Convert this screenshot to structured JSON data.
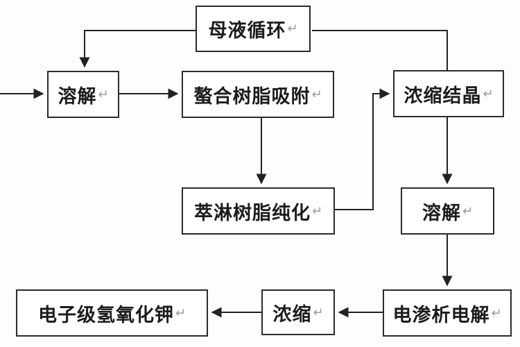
{
  "diagram": {
    "type": "process-flowchart",
    "language": "zh-CN",
    "paragraph_mark": "↵",
    "colors": {
      "background": "#fdfdfd",
      "box_fill": "#ffffff",
      "box_border": "#2b2b2b",
      "line": "#222222",
      "text": "#1c1c1c",
      "mark": "#9a9a9a"
    },
    "nodes": {
      "mother_liquor_cycle": {
        "label": "母液循环"
      },
      "dissolve_1": {
        "label": "溶解"
      },
      "chelating_resin_adsorption": {
        "label": "螯合树脂吸附"
      },
      "concentration_crystallization": {
        "label": "浓缩结晶"
      },
      "extraction_resin_purification": {
        "label": "萃淋树脂纯化"
      },
      "dissolve_2": {
        "label": "溶解"
      },
      "electrodialysis_electrolysis": {
        "label": "电渗析电解"
      },
      "concentration": {
        "label": "浓缩"
      },
      "electronic_grade_koh": {
        "label": "电子级氢氧化钾"
      }
    },
    "edges": [
      {
        "from": "input-left-edge",
        "to": "dissolve_1",
        "arrow": true
      },
      {
        "from": "dissolve_1",
        "to": "chelating_resin_adsorption",
        "arrow": true
      },
      {
        "from": "chelating_resin_adsorption",
        "to": "extraction_resin_purification",
        "arrow": true
      },
      {
        "from": "extraction_resin_purification",
        "to": "concentration_crystallization",
        "arrow": true
      },
      {
        "from": "concentration_crystallization",
        "to": "mother_liquor_cycle",
        "arrow": false
      },
      {
        "from": "mother_liquor_cycle",
        "to": "dissolve_1",
        "arrow": true
      },
      {
        "from": "concentration_crystallization",
        "to": "dissolve_2",
        "arrow": true
      },
      {
        "from": "dissolve_2",
        "to": "electrodialysis_electrolysis",
        "arrow": true
      },
      {
        "from": "electrodialysis_electrolysis",
        "to": "concentration",
        "arrow": true
      },
      {
        "from": "concentration",
        "to": "electronic_grade_koh",
        "arrow": true
      }
    ]
  }
}
